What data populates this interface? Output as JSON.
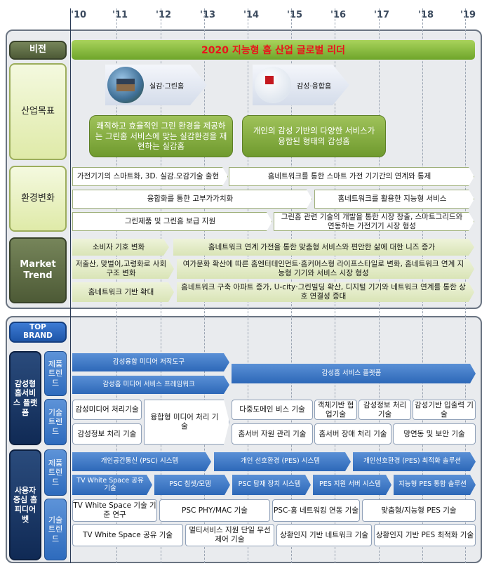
{
  "years": [
    "'10",
    "'11",
    "'12",
    "'13",
    "'14",
    "'15",
    "'16",
    "'17",
    "'18",
    "'19"
  ],
  "vision": {
    "label": "비전",
    "text": "2020 지능형 홈 산업 글로벌 리더"
  },
  "industry_goal": {
    "label": "산업목표",
    "arrow1": "실감·그린홈",
    "arrow2": "감성·융합홈",
    "box1": "쾌적하고 효율적인 그린 환경을 제공하는 그린홈 서비스에 맞는 실감환경을 재현하는 실감홈",
    "box2": "개인의 감성 기반의 다양한 서비스가 융합된 형태의 감성홈"
  },
  "env_change": {
    "label": "환경변화",
    "items": [
      "가전기기의 스마트화, 3D. 실감.오감기술 출현",
      "홈네트워크를 통한 스마트 가전 기기간의 연계와 통제",
      "융합화를 통한 고부가가치화",
      "홈네트워크를 활용한 지능형 서비스",
      "그린제품 및 그린홈 보급 지원",
      "그린홈 관련 기술의 개발을 통한 시장 창출, 스마트그리드와 연동하는 가전기기 시장 형성"
    ]
  },
  "market_trend": {
    "label_line1": "Market",
    "label_line2": "Trend",
    "items": [
      "소비자 기호 변화",
      "홈네트워크 연계 가전을 통한 맞춤형 서비스와 편안한 삶에 대한 니즈 증가",
      "저출산, 맞벌이,고령화로 사회구조 변화",
      "여가문화 확산에 따른 홈엔터테인먼트·홈커머스형 라이프스타일로 변화, 홈네트워크 연계 지능형 기기와 서비스 시장 형성",
      "홈네트워크 기반 확대",
      "홈네트워크 구축 아파트 증가, U-city·그린빌딩 확산, 디지털 기기와 네트워크 연계를 통한 상호 연결성 증대"
    ]
  },
  "top_brand": {
    "line1": "TOP",
    "line2": "BRAND"
  },
  "emotion_platform": {
    "label": "감성형 홈서비스 플랫폼",
    "product_trend_label": "제품 트렌드",
    "tech_trend_label": "기술 트렌드",
    "products": [
      "감성융합 미디어 저작도구",
      "감성홈 미디어 서비스 프레임워크",
      "감성홈 서비스 플랫폼"
    ],
    "techs": [
      "감성미디어 처리기술",
      "융합형 미디어 처리 기술",
      "다중도메인 비스 기술",
      "객체기반 협업기술",
      "감성정보 처리 기술",
      "감성기반 입출력 기술",
      "감성정보 처리 기술",
      "홈서버 자원 관리 기술",
      "홈서버 장애 처리 기술",
      "망연동 및 보안 기술"
    ]
  },
  "user_platform": {
    "label": "사용자 중심 홈피디어벳",
    "product_trend_label": "제품 트렌드",
    "tech_trend_label": "기술 트렌드",
    "products": [
      "개인공간통신 (PSC) 시스템",
      "개인 선호환경 (PES) 시스템",
      "개인선호환경 (PES) 최적화 솔루션",
      "TV White Space 공유 기술",
      "PSC 칩셋/모뎀",
      "PSC 탑재 장치 시스템",
      "PES 지원 서버 시스템",
      "지능형 PES 통합 솔루션"
    ],
    "techs": [
      "TV White Space 기술 기준 연구",
      "PSC PHY/MAC 기술",
      "PSC-홈 네트워킹 연동 기술",
      "맞춤형/지능형 PES 기술",
      "TV White Space 공유 기술",
      "멀티서비스 지원 단일 무선 제어 기술",
      "상황인지 기반 네트워크 기술",
      "상황인지 기반 PES 최적화 기술"
    ]
  },
  "colors": {
    "vision_text": "#e8141b",
    "vision_bar": "#8cbf3f",
    "panel_border": "#6a7482",
    "navy": "#102a55"
  }
}
